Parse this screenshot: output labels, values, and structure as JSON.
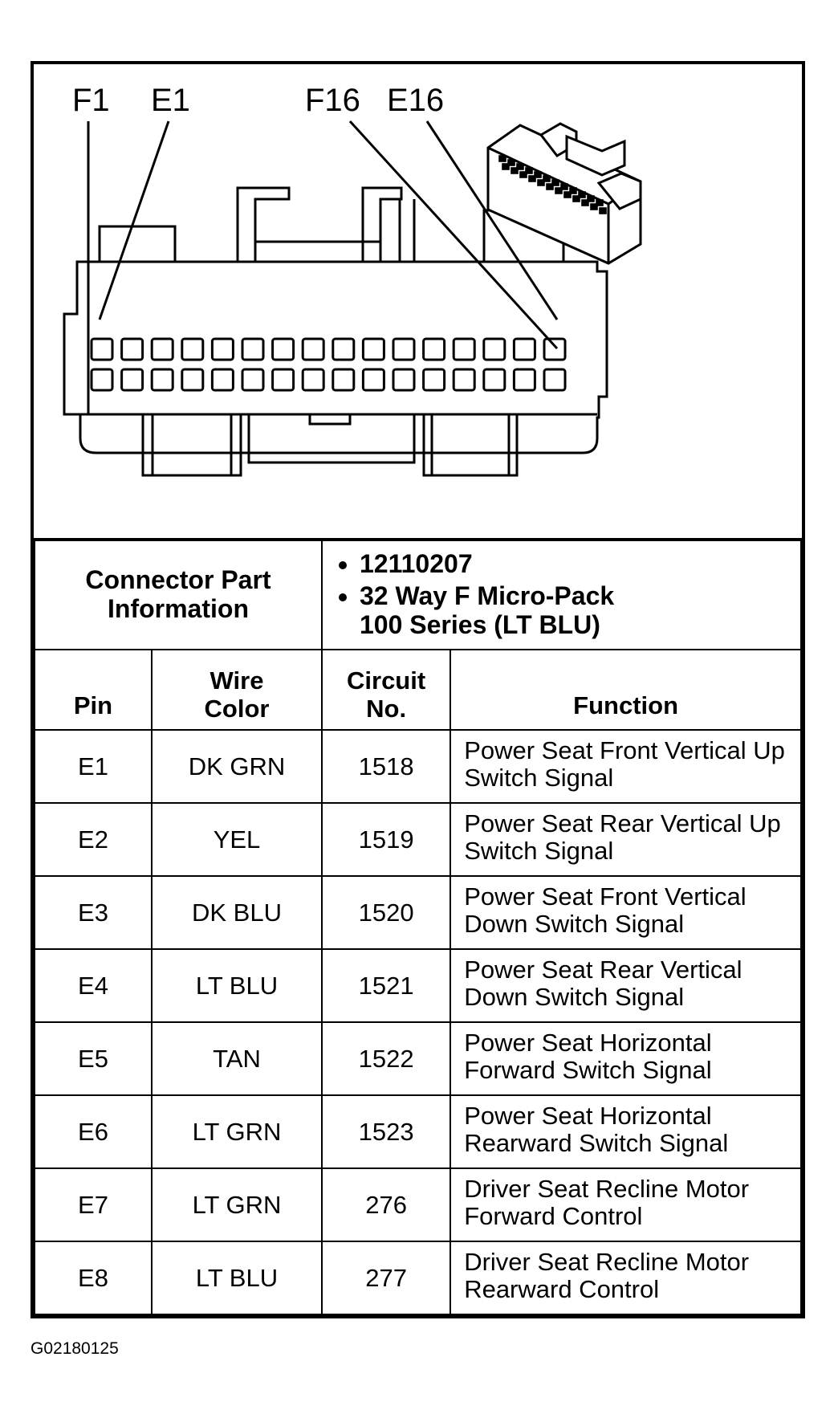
{
  "diagram": {
    "pin_labels": [
      "F1",
      "E1",
      "F16",
      "E16"
    ],
    "connector_icon": "connector-3d-icon"
  },
  "connector_info": {
    "label": "Connector Part Information",
    "part_number": "12110207",
    "description": "32 Way F Micro-Pack 100 Series (LT BLU)"
  },
  "table": {
    "headers": {
      "pin": "Pin",
      "wire_color": "Wire Color",
      "circuit": "Circuit No.",
      "function": "Function"
    },
    "rows": [
      {
        "pin": "E1",
        "wire_color": "DK GRN",
        "circuit": "1518",
        "function": "Power Seat Front Vertical Up Switch Signal"
      },
      {
        "pin": "E2",
        "wire_color": "YEL",
        "circuit": "1519",
        "function": "Power Seat Rear Vertical Up Switch Signal"
      },
      {
        "pin": "E3",
        "wire_color": "DK BLU",
        "circuit": "1520",
        "function": "Power Seat Front Vertical Down Switch Signal"
      },
      {
        "pin": "E4",
        "wire_color": "LT BLU",
        "circuit": "1521",
        "function": "Power Seat Rear Vertical Down Switch Signal"
      },
      {
        "pin": "E5",
        "wire_color": "TAN",
        "circuit": "1522",
        "function": "Power Seat Horizontal Forward Switch Signal"
      },
      {
        "pin": "E6",
        "wire_color": "LT GRN",
        "circuit": "1523",
        "function": "Power Seat Horizontal Rearward Switch Signal"
      },
      {
        "pin": "E7",
        "wire_color": "LT GRN",
        "circuit": "276",
        "function": "Driver Seat Recline Motor Forward Control"
      },
      {
        "pin": "E8",
        "wire_color": "LT BLU",
        "circuit": "277",
        "function": "Driver Seat Recline Motor Rearward Control"
      }
    ]
  },
  "figure_id": "G02180125"
}
